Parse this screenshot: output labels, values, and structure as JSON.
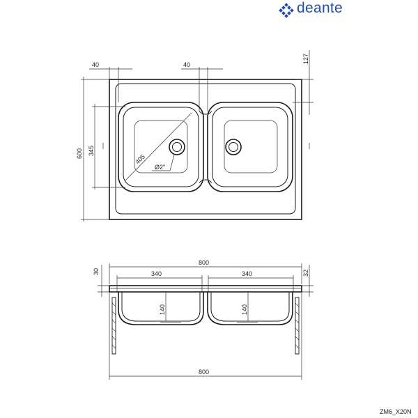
{
  "brand": {
    "name": "deante",
    "color": "#1f4fa8"
  },
  "model_code": "ZM6_X20N",
  "top_view": {
    "dims": {
      "left_margin": "40",
      "center_gap": "40",
      "top_margin": "127",
      "height": "600",
      "bowl_height": "345",
      "diagonal": "405",
      "drain": "Ø2\""
    }
  },
  "side_view": {
    "dims": {
      "total_width": "800",
      "left_bowl_width": "340",
      "right_bowl_width": "340",
      "left_bowl_depth": "140",
      "right_bowl_depth": "140",
      "rim_left": "30",
      "rim_right": "32",
      "base_width": "800"
    }
  }
}
